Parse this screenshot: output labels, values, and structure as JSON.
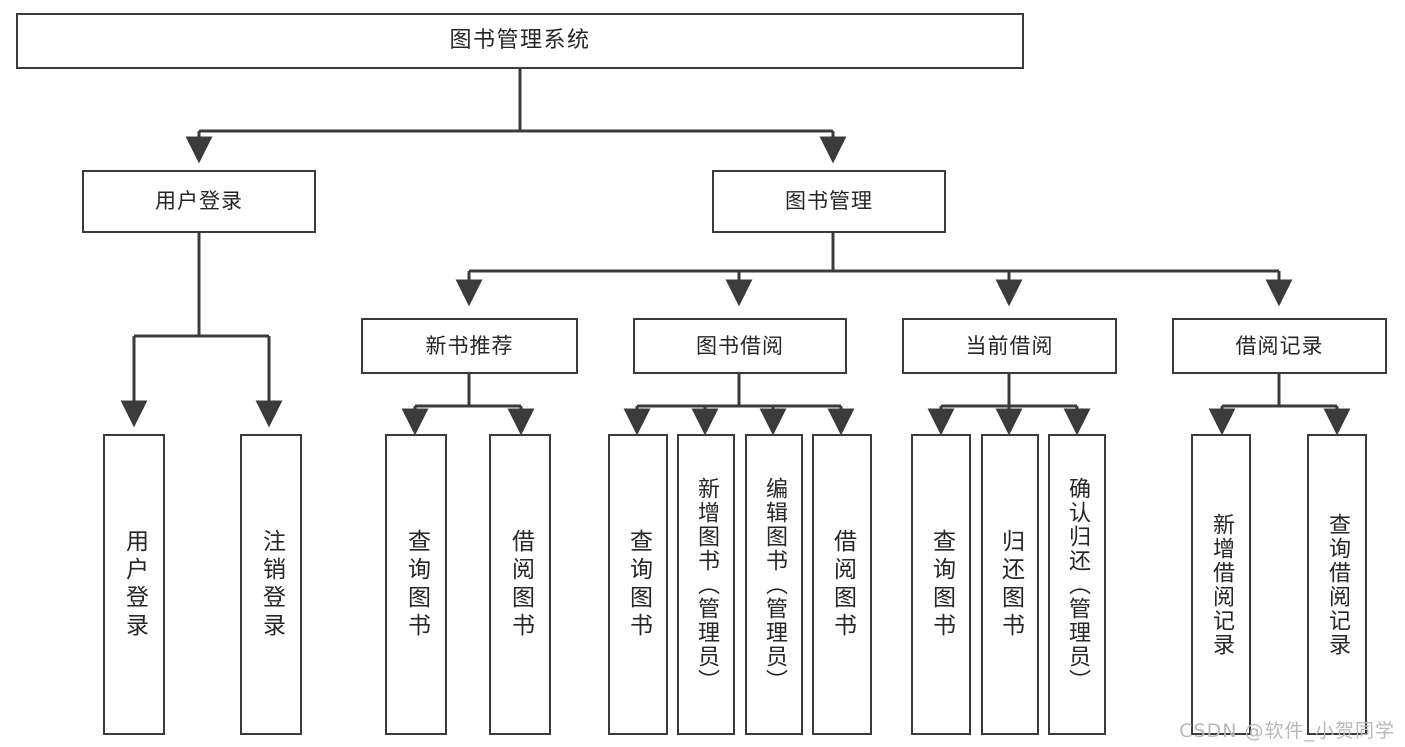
{
  "diagram": {
    "title": "图书管理系统",
    "root": {
      "label": "图书管理系统"
    },
    "level2": [
      {
        "label": "用户登录"
      },
      {
        "label": "图书管理"
      }
    ],
    "level3": [
      {
        "label": "新书推荐"
      },
      {
        "label": "图书借阅"
      },
      {
        "label": "当前借阅"
      },
      {
        "label": "借阅记录"
      }
    ],
    "leaves": {
      "user_login": [
        {
          "label": "用户登录"
        },
        {
          "label": "注销登录"
        }
      ],
      "new_book_recommend": [
        {
          "label": "查询图书"
        },
        {
          "label": "借阅图书"
        }
      ],
      "book_borrow": [
        {
          "label": "查询图书"
        },
        {
          "label": "新增图书（管理员）"
        },
        {
          "label": "编辑图书（管理员）"
        },
        {
          "label": "借阅图书"
        }
      ],
      "current_borrow": [
        {
          "label": "查询图书"
        },
        {
          "label": "归还图书"
        },
        {
          "label": "确认归还（管理员）"
        }
      ],
      "borrow_record": [
        {
          "label": "新增借阅记录"
        },
        {
          "label": "查询借阅记录"
        }
      ]
    }
  },
  "watermark": {
    "text": "CSDN @软件_小贺同学"
  },
  "colors": {
    "stroke": "#3b3b3b",
    "text": "#262626",
    "background": "#ffffff",
    "watermark": "#b9b9b9"
  }
}
